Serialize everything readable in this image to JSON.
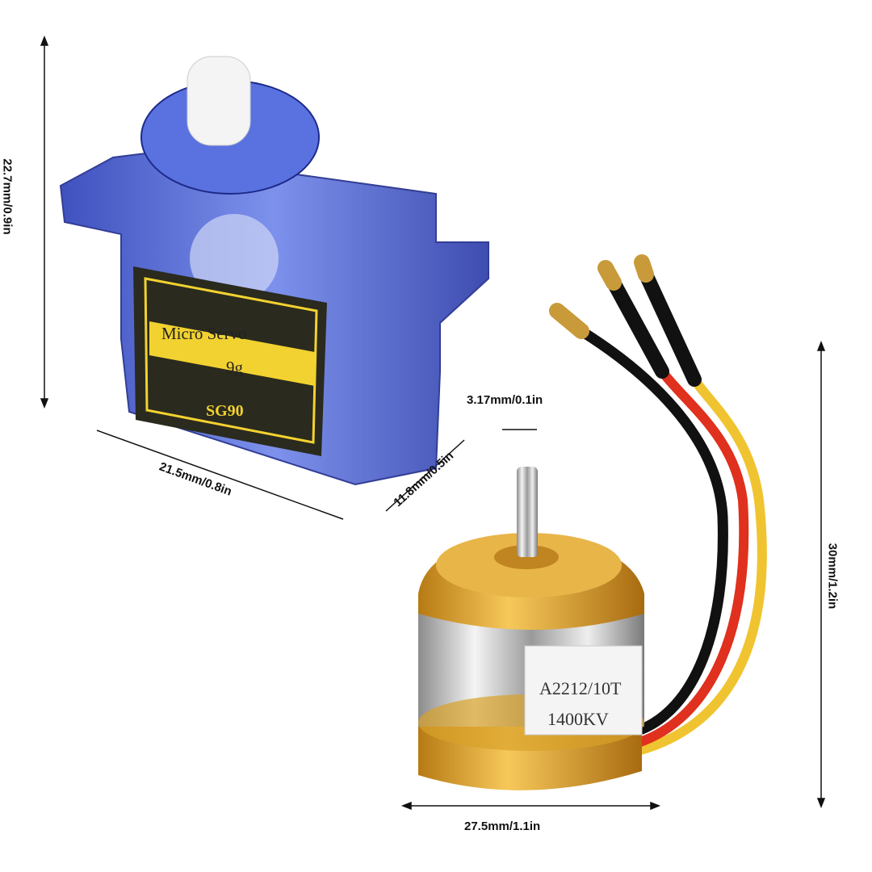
{
  "dimensions": {
    "servo_height": "22.7mm/0.9in",
    "servo_length": "21.5mm/0.8in",
    "servo_width": "11.8mm/0.5in",
    "shaft_diameter": "3.17mm/0.1in",
    "motor_height": "30mm/1.2in",
    "motor_diameter": "27.5mm/1.1in"
  },
  "servo": {
    "label_line1": "Micro Servo",
    "label_line2": "9g",
    "model": "SG90",
    "body_color": "#3a4fd0",
    "label_color": "#f2d230"
  },
  "motor": {
    "label_line1": "A2212/10T",
    "label_line2": "1400KV",
    "bell_color": "#d9a12a",
    "wire_colors": [
      "#111111",
      "#e0301e",
      "#f0c430"
    ]
  }
}
